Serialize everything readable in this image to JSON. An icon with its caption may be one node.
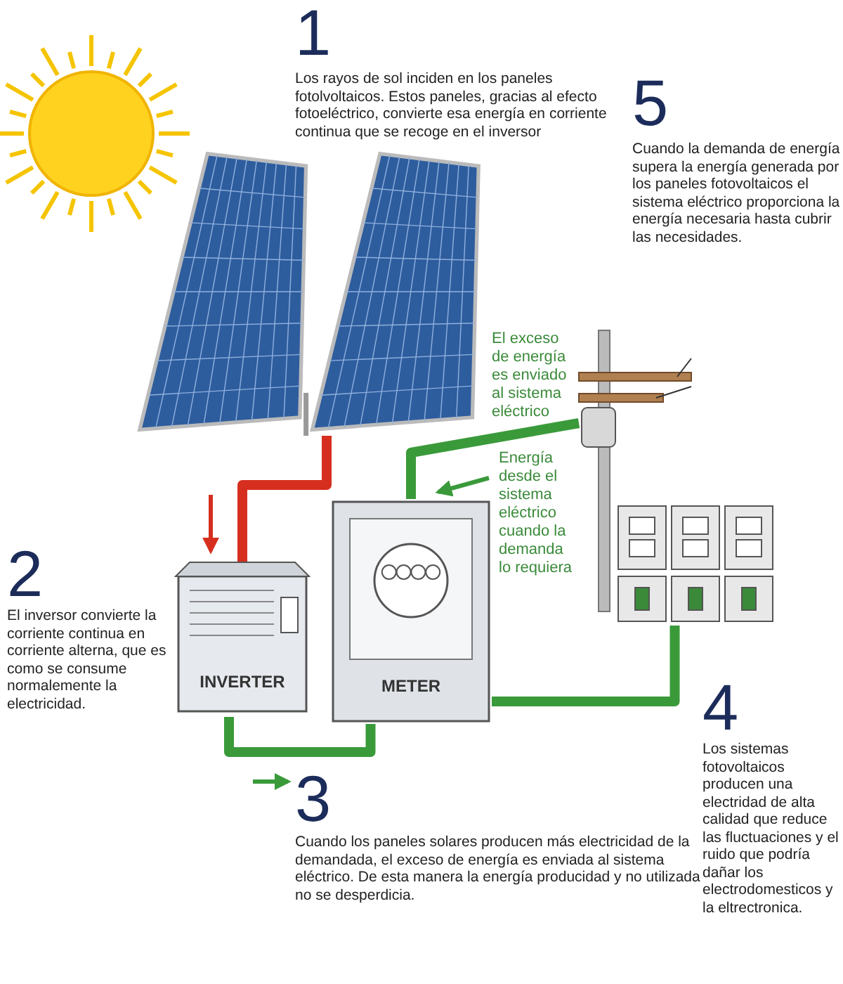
{
  "diagram": {
    "nodes": [
      {
        "text": [],
        "shape": "picture"
      },
      {
        "text": [
          "INVERTER"
        ]
      },
      {
        "text": [
          "METER"
        ]
      },
      {
        "text": [],
        "shape": "picture"
      },
      {
        "text": [],
        "shape": "picture"
      }
    ],
    "edges": [
      {
        "from": 0,
        "to": 1,
        "arrow": "none",
        "color": "#d62f1f"
      },
      {
        "from": 1,
        "to": 2,
        "arrow": "none"
      },
      {
        "from": 2,
        "to": 3,
        "arrow": "none"
      },
      {
        "from": 2,
        "to": 4,
        "arrow": "none"
      }
    ],
    "labels": [
      "1",
      "Los rayos de sol inciden en los paneles fotolvoltaicos. Estos paneles, gracias al efecto fotoeléctrico, convierte esa energía en corriente continua que se recoge en el inversor",
      "5",
      "Cuando la demanda de energía supera la energía generada por los paneles fotovoltaicos el sistema eléctrico proporciona la energía necesaria hasta cubrir las necesidades.",
      "El exceso de energía es enviado al sistema eléctrico",
      "Energía desde el sistema eléctrico cuando la demanda lo requiera",
      "2",
      "El inversor convierte la corriente continua en corriente alterna, que es como se consume normalemente la electricidad.",
      "3",
      "Cuando los paneles solares producen más electricidad de la demandada, el exceso de energía es enviada al sistema eléctrico. De esta manera la energía producidad y no utilizada no se desperdicia.",
      "4",
      "Los sistemas fotovoltaicos producen una electridad de alta calidad que reduce las fluctuaciones y el ruido que podría dañar los electrodomesticos y la eltrectronica."
    ]
  }
}
